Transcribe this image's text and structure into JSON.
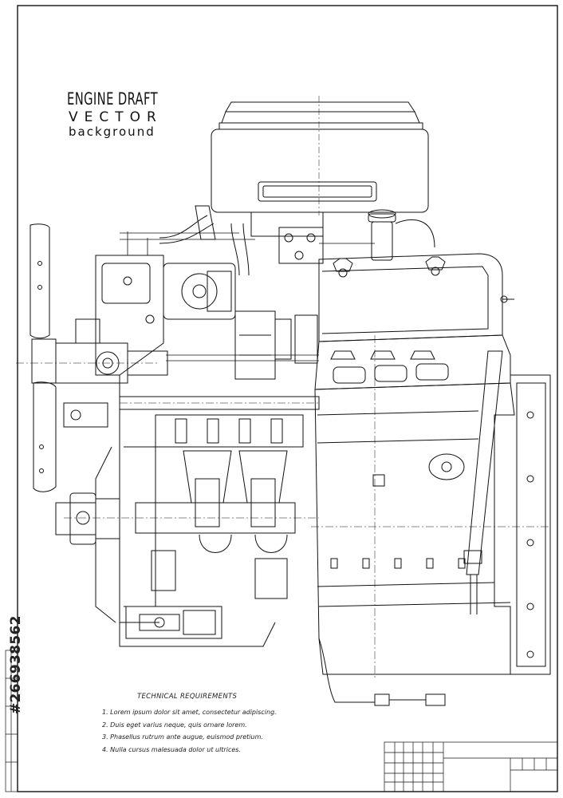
{
  "drawing": {
    "title": "ENGINE DRAFT",
    "subtitle_1": "VECTOR",
    "subtitle_2": "background"
  },
  "requirements": {
    "heading": "TECHNICAL REQUIREMENTS",
    "items": [
      "1. Lorem ipsum dolor sit amet, consectetur adipiscing.",
      "2. Duis eget varius neque, quis ornare lorem.",
      "3. Phasellus rutrum ante augue, euismod pretium.",
      "4. Nulla cursus malesuada dolor ut ultrices."
    ]
  },
  "stock_id": "#266938562"
}
